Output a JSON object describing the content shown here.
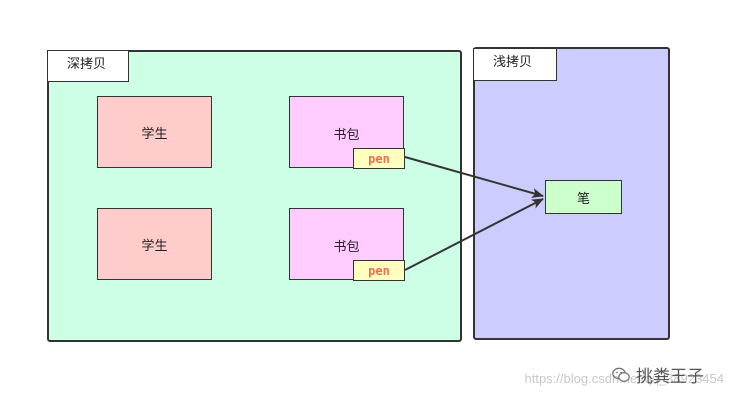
{
  "regions": {
    "deep": {
      "label": "深拷贝",
      "color": "#ccffe6"
    },
    "shallow": {
      "label": "浅拷贝",
      "color": "#ccccff"
    }
  },
  "nodes": {
    "student_1": "学生",
    "student_2": "学生",
    "bag_1": "书包",
    "bag_2": "书包",
    "pen_ref_1": "pen",
    "pen_ref_2": "pen",
    "pen_object": "笔"
  },
  "watermark": {
    "url": "https://blog.csdn.net/qq_38923454",
    "brand": "挑粪王子"
  },
  "icons": {
    "brand": "wechat-icon"
  }
}
